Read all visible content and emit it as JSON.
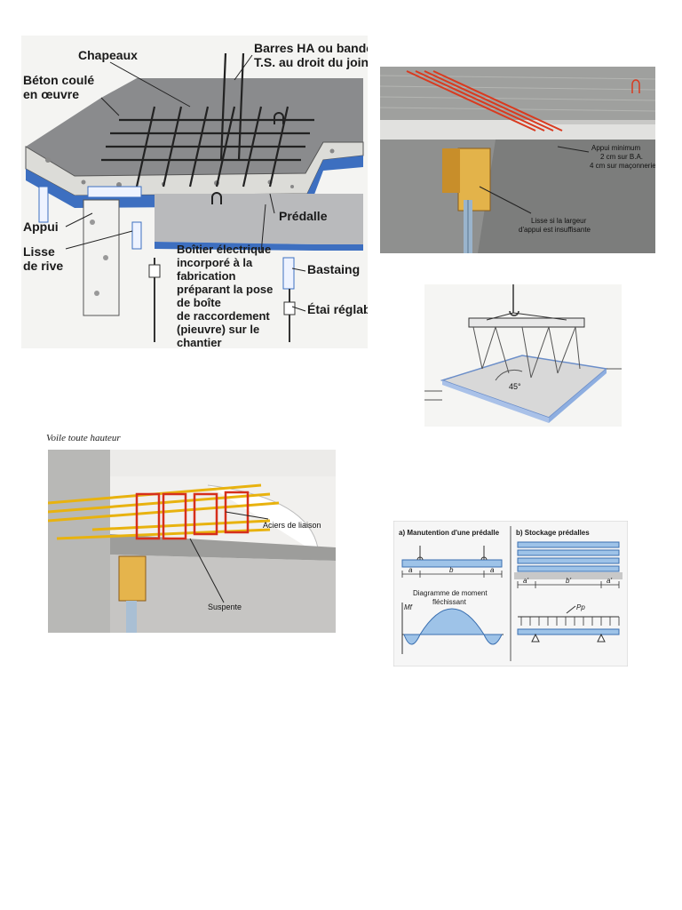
{
  "fig1": {
    "chapeaux": "Chapeaux",
    "barres_line1": "Barres HA ou bande",
    "barres_line2": "T.S. au droit du joint",
    "beton_line1": "Béton coulé",
    "beton_line2": "en œuvre",
    "appui": "Appui",
    "lisse_line1": "Lisse",
    "lisse_line2": "de rive",
    "predalle": "Prédalle",
    "boitier_lines": [
      "Boîtier électrique",
      "incorporé à la",
      "fabrication",
      "préparant la pose",
      "de boîte",
      "de raccordement",
      "(pieuvre) sur le",
      "chantier"
    ],
    "bastaing": "Bastaing",
    "etai": "Étai réglable"
  },
  "fig2": {
    "appui_lines": [
      "Appui minimum",
      "2 cm sur B.A.",
      "4 cm sur maçonnerie"
    ],
    "lisse_lines": [
      "Lisse si la largeur",
      "d'appui est insuffisante"
    ]
  },
  "fig3": {
    "angle": "45°"
  },
  "fig4": {
    "caption": "Voile toute hauteur",
    "aciers": "Aciers de liaison",
    "suspente": "Suspente"
  },
  "fig5": {
    "title_a": "a) Manutention d'une prédalle",
    "title_b": "b) Stockage prédalles",
    "a1": "a",
    "b1": "b",
    "a2": "a",
    "ap1": "a'",
    "bp": "b'",
    "ap2": "a'",
    "diag_line1": "Diagramme de moment",
    "diag_line2": "fléchissant",
    "mf": "Mf",
    "pp": "Pp"
  }
}
